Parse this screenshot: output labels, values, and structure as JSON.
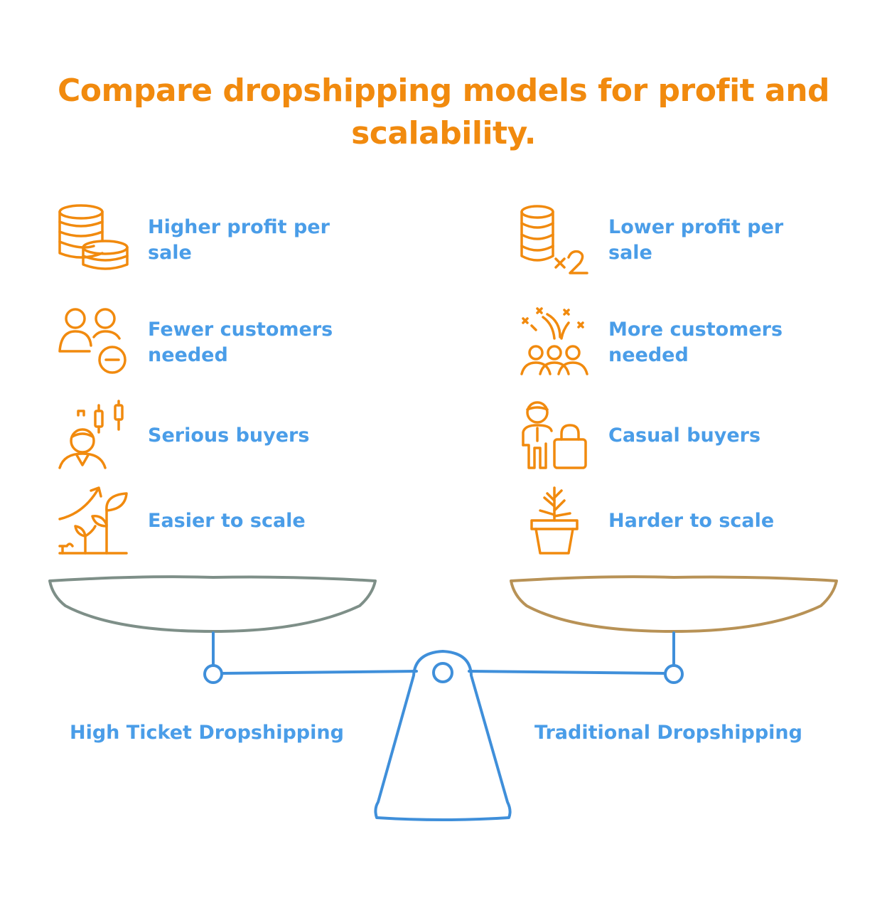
{
  "title": "Compare dropshipping models for profit and scalability.",
  "colors": {
    "title": "#F18A0E",
    "label": "#4A9DE8",
    "icon": "#F18A0E",
    "beam": "#3F8FDA",
    "left_pan": "#7E8F88",
    "right_pan": "#B89256"
  },
  "left": {
    "name": "High Ticket Dropshipping",
    "items": [
      {
        "label_line1": "Higher profit per",
        "label_line2": "sale",
        "icon": "coin-stacks-icon"
      },
      {
        "label_line1": "Fewer customers",
        "label_line2": "needed",
        "icon": "users-minus-icon"
      },
      {
        "label_line1": "Serious buyers",
        "label_line2": "",
        "icon": "investor-chart-icon"
      },
      {
        "label_line1": "Easier to scale",
        "label_line2": "",
        "icon": "growth-plant-icon"
      }
    ]
  },
  "right": {
    "name": "Traditional Dropshipping",
    "items": [
      {
        "label_line1": "Lower profit per",
        "label_line2": "sale",
        "icon": "coin-stack-times-two-icon"
      },
      {
        "label_line1": "More customers",
        "label_line2": "needed",
        "icon": "celebrating-crowd-icon"
      },
      {
        "label_line1": "Casual buyers",
        "label_line2": "",
        "icon": "shopper-bag-icon"
      },
      {
        "label_line1": "Harder to scale",
        "label_line2": "",
        "icon": "potted-plant-icon"
      }
    ]
  }
}
